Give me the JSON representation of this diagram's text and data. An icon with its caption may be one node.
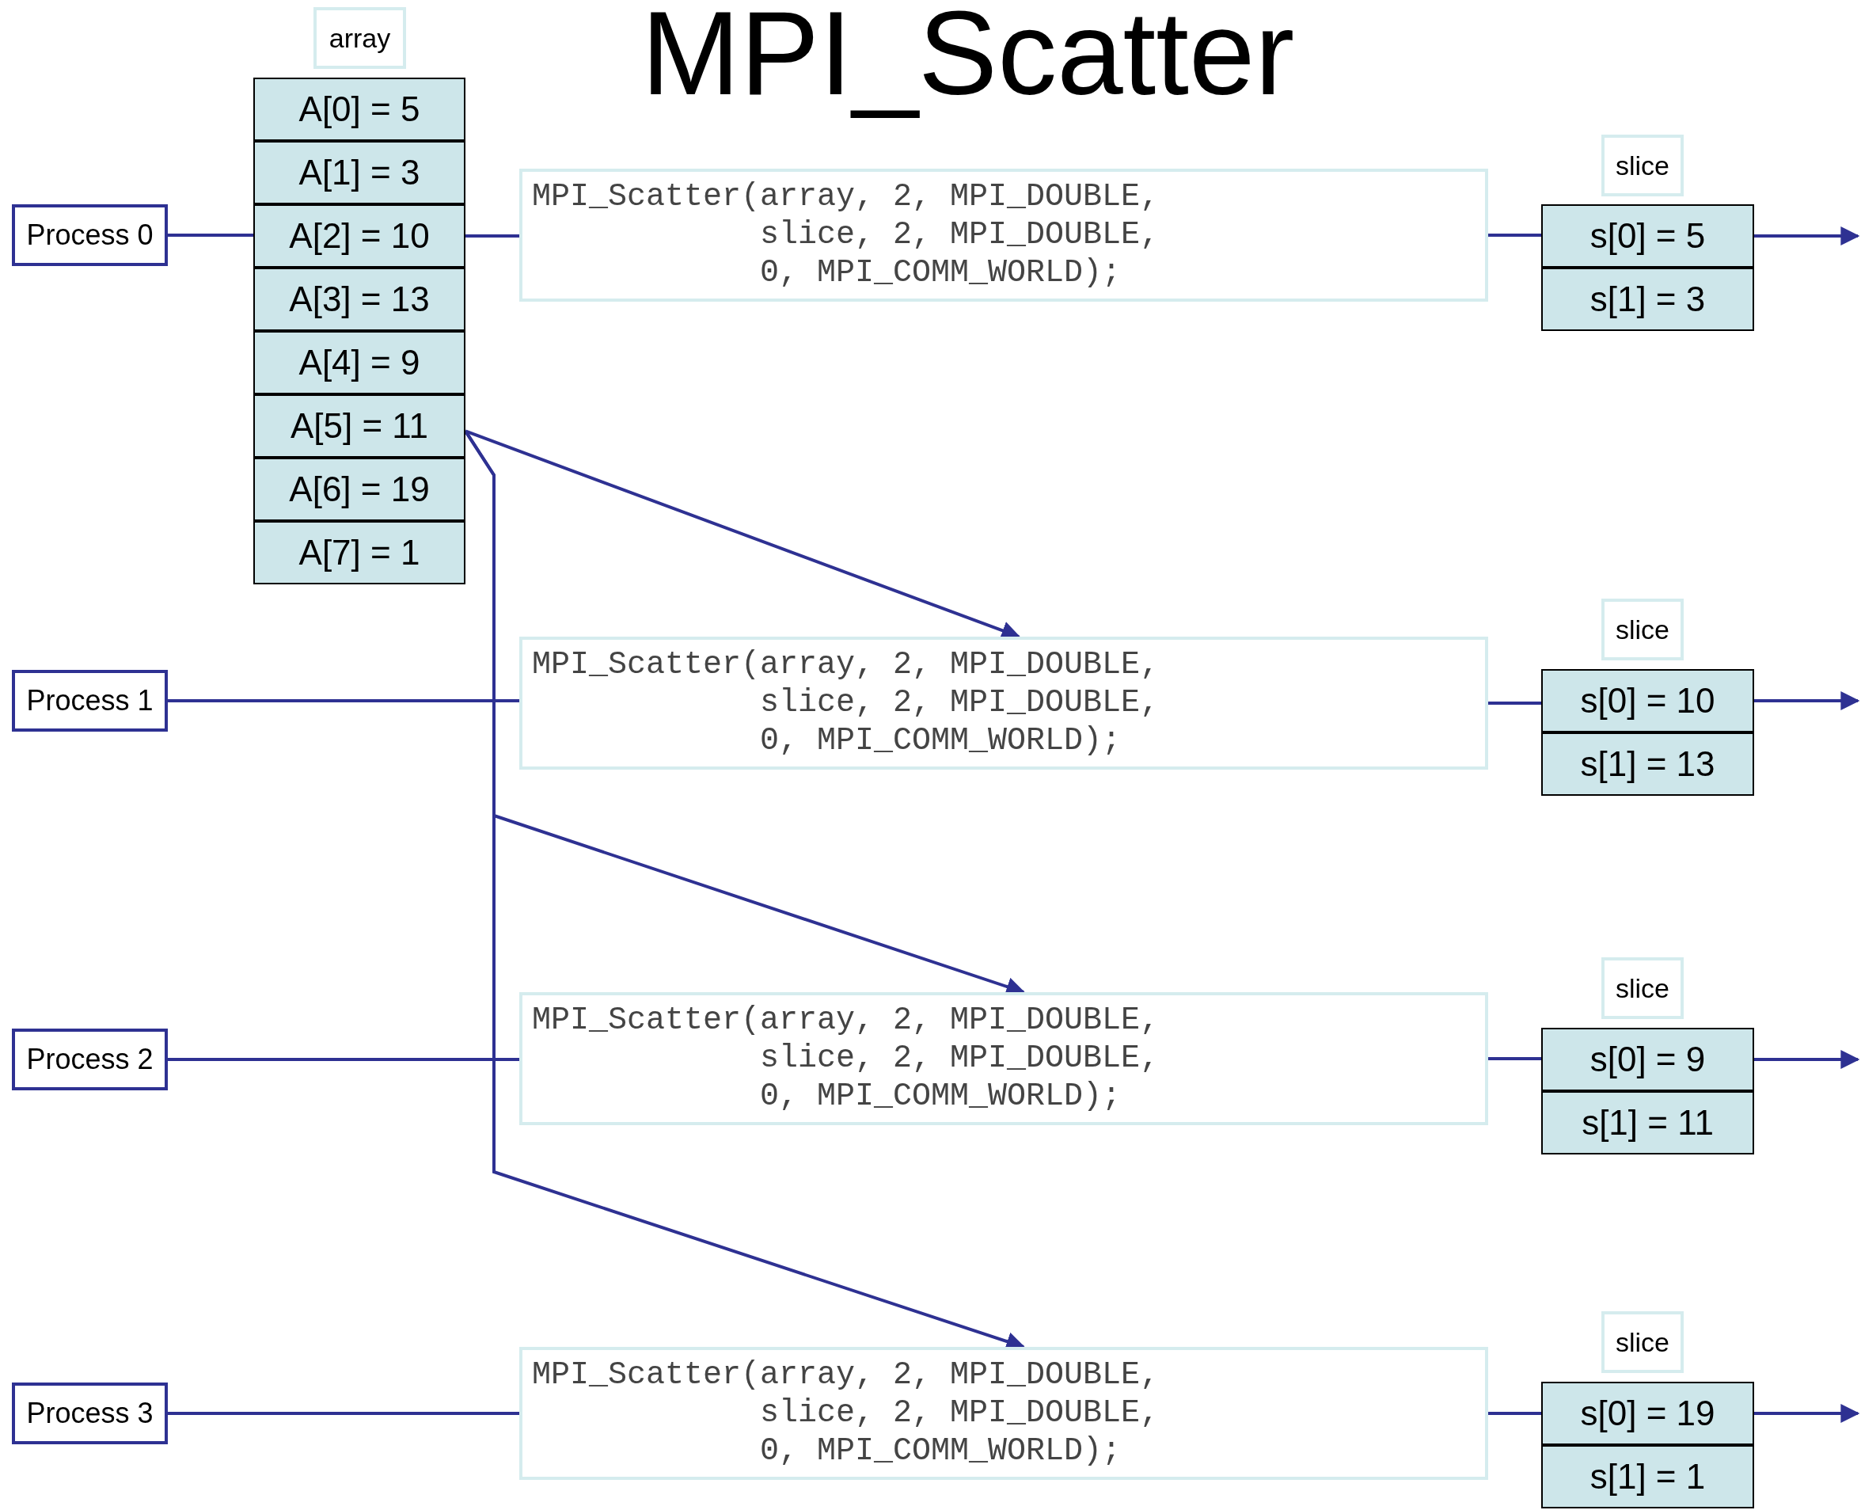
{
  "diagram": {
    "title": "MPI_Scatter",
    "nodes": [
      {
        "text": [
          "array"
        ]
      },
      {
        "text": [
          "A[0] = 5"
        ]
      },
      {
        "text": [
          "A[1] = 3"
        ]
      },
      {
        "text": [
          "A[2] = 10"
        ]
      },
      {
        "text": [
          "A[3] = 13"
        ]
      },
      {
        "text": [
          "A[4] = 9"
        ]
      },
      {
        "text": [
          "A[5] = 11"
        ]
      },
      {
        "text": [
          "A[6] = 19"
        ]
      },
      {
        "text": [
          "A[7] = 1"
        ]
      },
      {
        "text": [
          "Process 0"
        ]
      },
      {
        "text": [
          "MPI_Scatter(array, 2, MPI_DOUBLE, slice, 2, MPI_DOUBLE, 0, MPI_COMM_WORLD);"
        ]
      },
      {
        "text": [
          "slice"
        ]
      },
      {
        "text": [
          "s[0] = 5"
        ]
      },
      {
        "text": [
          "s[1] = 3"
        ]
      },
      {
        "text": [
          "Process 1"
        ]
      },
      {
        "text": [
          "MPI_Scatter(array, 2, MPI_DOUBLE, slice, 2, MPI_DOUBLE, 0, MPI_COMM_WORLD);"
        ]
      },
      {
        "text": [
          "slice"
        ]
      },
      {
        "text": [
          "s[0] = 10"
        ]
      },
      {
        "text": [
          "s[1] = 13"
        ]
      },
      {
        "text": [
          "Process 2"
        ]
      },
      {
        "text": [
          "MPI_Scatter(array, 2, MPI_DOUBLE, slice, 2, MPI_DOUBLE, 0, MPI_COMM_WORLD);"
        ]
      },
      {
        "text": [
          "slice"
        ]
      },
      {
        "text": [
          "s[0] = 9"
        ]
      },
      {
        "text": [
          "s[1] = 11"
        ]
      },
      {
        "text": [
          "Process 3"
        ]
      },
      {
        "text": [
          "MPI_Scatter(array, 2, MPI_DOUBLE, slice, 2, MPI_DOUBLE, 0, MPI_COMM_WORLD);"
        ]
      },
      {
        "text": [
          "slice"
        ]
      },
      {
        "text": [
          "s[0] = 19"
        ]
      },
      {
        "text": [
          "s[1] = 1"
        ]
      }
    ],
    "edges": [
      {
        "from": 9,
        "to": 3,
        "arrow": "none"
      },
      {
        "from": 3,
        "to": 10,
        "arrow": "none"
      },
      {
        "from": 10,
        "to": 12,
        "arrow": "none"
      },
      {
        "from": 12,
        "to": null,
        "arrow": "to"
      },
      {
        "from": 14,
        "to": 15,
        "arrow": "none"
      },
      {
        "from": 15,
        "to": 17,
        "arrow": "none"
      },
      {
        "from": 17,
        "to": null,
        "arrow": "to"
      },
      {
        "from": 19,
        "to": 20,
        "arrow": "none"
      },
      {
        "from": 20,
        "to": 22,
        "arrow": "none"
      },
      {
        "from": 22,
        "to": null,
        "arrow": "to"
      },
      {
        "from": 24,
        "to": 25,
        "arrow": "none"
      },
      {
        "from": 25,
        "to": 27,
        "arrow": "none"
      },
      {
        "from": 27,
        "to": null,
        "arrow": "to"
      },
      {
        "from": 6,
        "to": 15,
        "arrow": "to"
      },
      {
        "from": 6,
        "to": 20,
        "arrow": "to"
      },
      {
        "from": 6,
        "to": 25,
        "arrow": "to"
      }
    ]
  }
}
